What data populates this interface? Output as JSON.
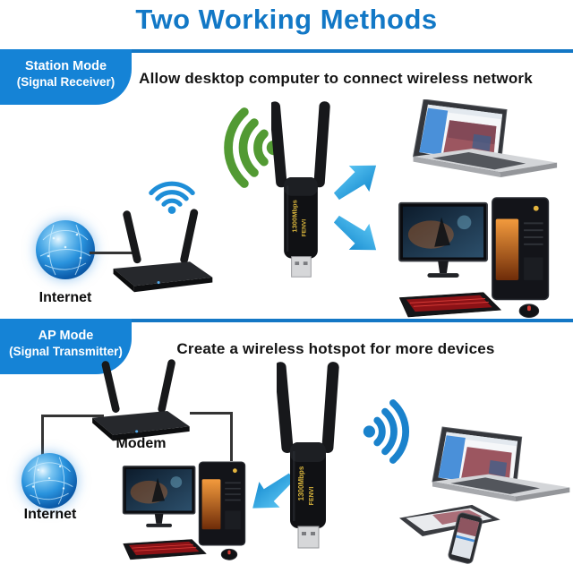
{
  "title": "Two Working Methods",
  "colors": {
    "accent_blue": "#1377C5",
    "badge_blue": "#1583D6",
    "arrow_blue": "#2FA6E6",
    "wifi_blue": "#1E8ED8",
    "wifi_green": "#52992F",
    "text_black": "#141414"
  },
  "station": {
    "badge_line1": "Station Mode",
    "badge_line2": "(Signal Receiver)",
    "headline": "Allow desktop computer to connect wireless network",
    "internet_label": "Internet"
  },
  "ap": {
    "badge_line1": "AP Mode",
    "badge_line2": "(Signal Transmitter)",
    "headline": "Create a wireless hotspot for more devices",
    "modem_label": "Modem",
    "internet_label": "Internet"
  },
  "adapter": {
    "brand": "FENVI",
    "speed": "1300Mbps"
  }
}
